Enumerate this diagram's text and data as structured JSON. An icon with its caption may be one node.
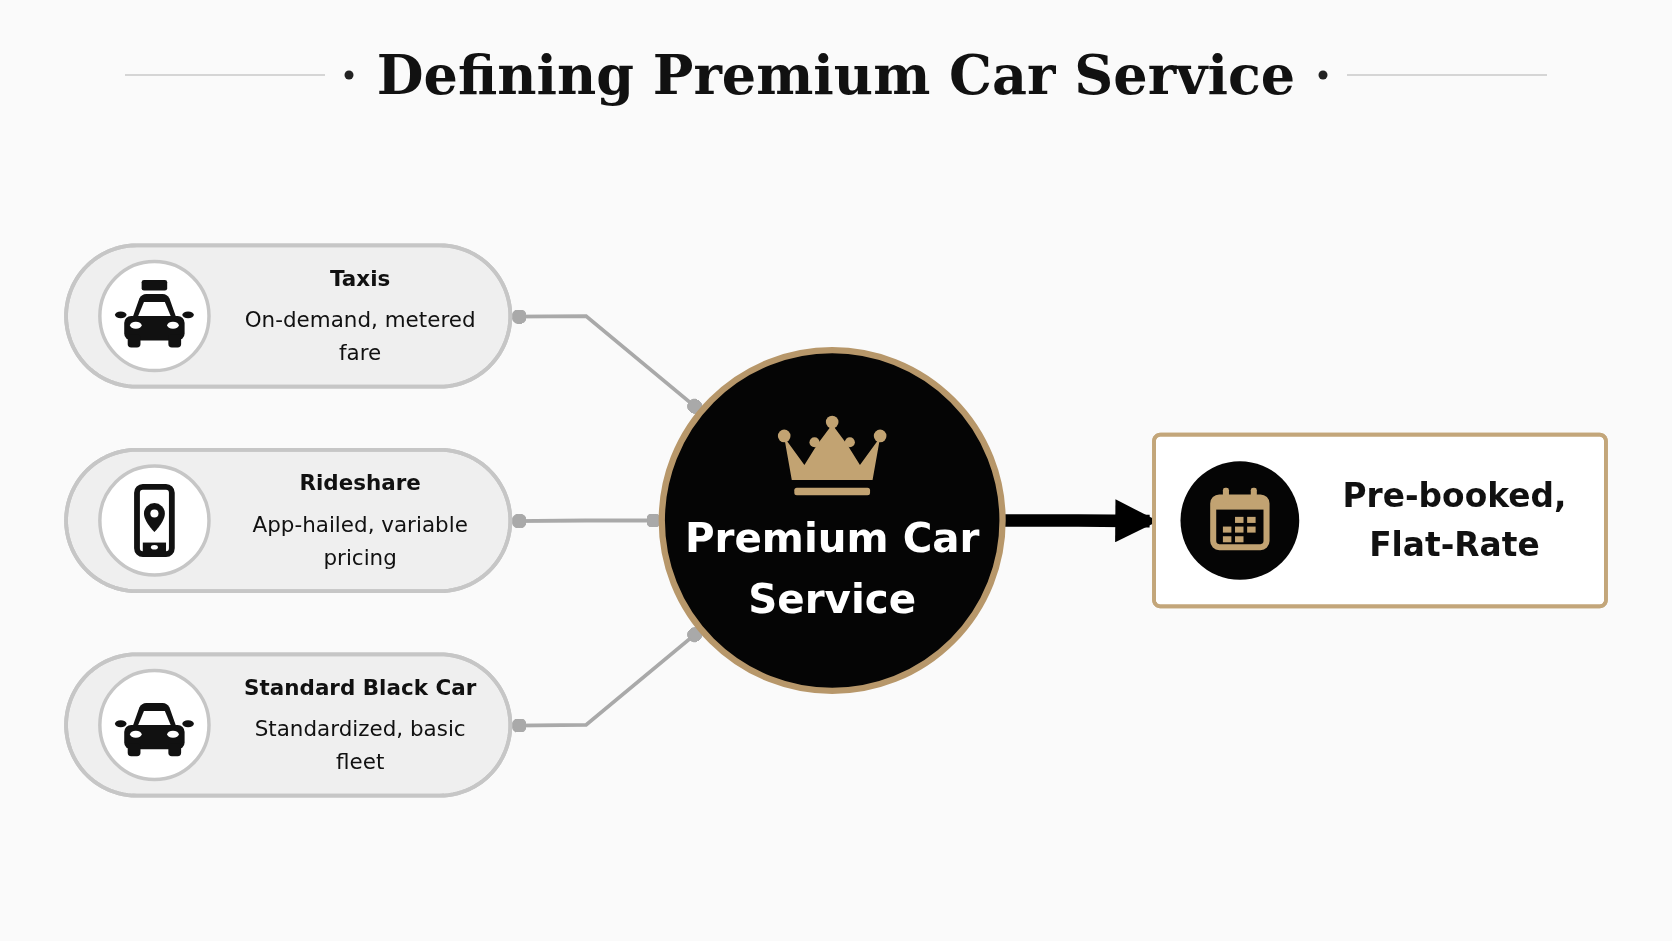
{
  "diagram": {
    "title": "Defining Premium Car Service",
    "nodes": [
      {
        "text": [
          "Taxis",
          "On-demand, metered fare"
        ]
      },
      {
        "text": [
          "Rideshare",
          "App-hailed, variable pricing"
        ]
      },
      {
        "text": [
          "Standard Black Car",
          "Standardized, basic fleet"
        ]
      },
      {
        "text": [
          "Premium Car Service"
        ]
      },
      {
        "text": [
          "Pre-booked, Flat-Rate"
        ]
      }
    ],
    "edges": [
      {
        "from": 0,
        "to": 3,
        "arrow": "other"
      },
      {
        "from": 1,
        "to": 3,
        "arrow": "other"
      },
      {
        "from": 2,
        "to": 3,
        "arrow": "other"
      },
      {
        "from": 3,
        "to": 4,
        "arrow": "to",
        "style": "thick",
        "color": "#000000"
      }
    ]
  }
}
